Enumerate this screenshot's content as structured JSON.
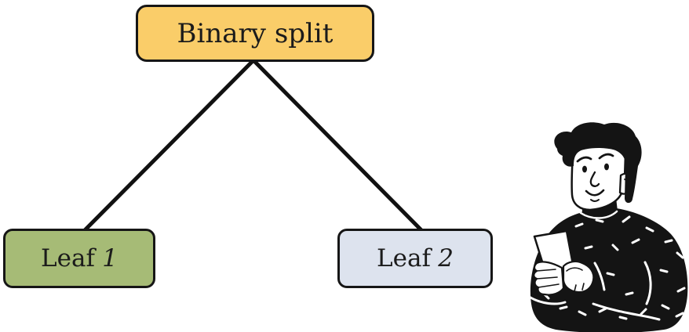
{
  "diagram": {
    "root": {
      "label": "Binary split"
    },
    "leaves": [
      {
        "label": "Leaf",
        "number": "1"
      },
      {
        "label": "Leaf",
        "number": "2"
      }
    ]
  },
  "colors": {
    "root_fill": "#FACD69",
    "leaf_1_fill": "#A6BB76",
    "leaf_2_fill": "#DDE3EE",
    "outline": "#161616",
    "connector": "#111111",
    "background": "#FFFFFF"
  },
  "illustration": {
    "name": "person-reading-phone"
  }
}
